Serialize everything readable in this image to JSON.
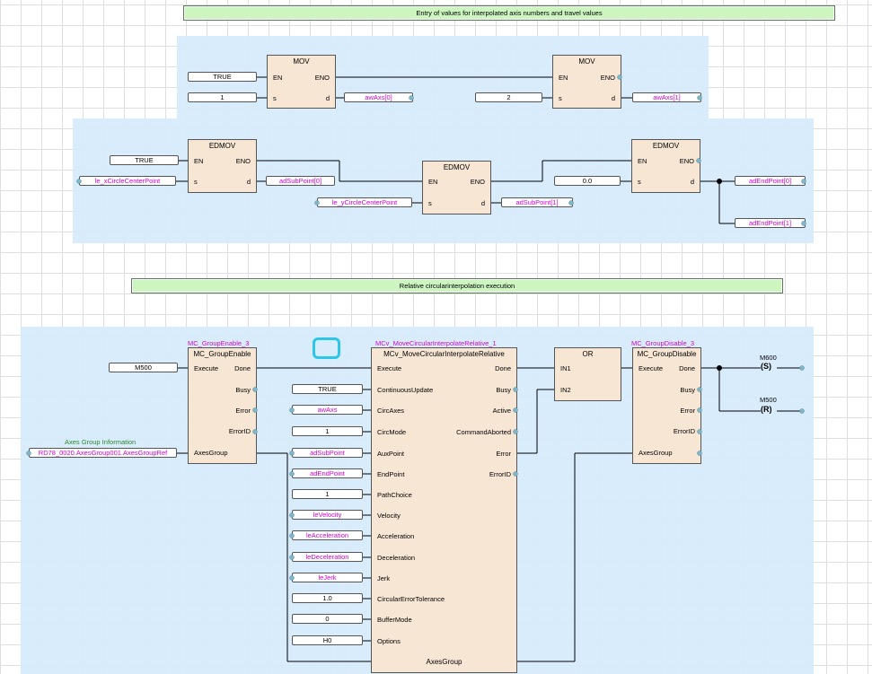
{
  "banners": {
    "entry": "Entry of values for interpolated axis numbers and travel values",
    "relative": "Relative circularinterpolation execution"
  },
  "mov1": {
    "title": "MOV",
    "en": "EN",
    "eno": "ENO",
    "s": "s",
    "d": "d",
    "in_en": "TRUE",
    "in_s": "1",
    "out_d": "awAxs[0]"
  },
  "mov2": {
    "title": "MOV",
    "en": "EN",
    "eno": "ENO",
    "s": "s",
    "d": "d",
    "in_s": "2",
    "out_d": "awAxs[1]"
  },
  "edmov1": {
    "title": "EDMOV",
    "en": "EN",
    "eno": "ENO",
    "s": "s",
    "d": "d",
    "in_en": "TRUE",
    "in_s": "le_xCircleCenterPoint",
    "out_d": "adSubPoint[0]"
  },
  "edmov2": {
    "title": "EDMOV",
    "en": "EN",
    "eno": "ENO",
    "s": "s",
    "d": "d",
    "in_s": "le_yCircleCenterPoint",
    "out_d": "adSubPoint[1]"
  },
  "edmov3": {
    "title": "EDMOV",
    "en": "EN",
    "eno": "ENO",
    "s": "s",
    "d": "d",
    "in_s": "0.0",
    "out_d1": "adEndPoint[0]",
    "out_d2": "adEndPoint[1]"
  },
  "group_enable": {
    "instance": "MC_GroupEnable_3",
    "title": "MC_GroupEnable",
    "execute": "Execute",
    "done": "Done",
    "busy": "Busy",
    "error": "Error",
    "error_id": "ErrorID",
    "axes_group": "AxesGroup",
    "in_execute": "M500",
    "axes_group_label": "Axes Group Information",
    "in_axes_group": "RD78_0020.AxesGroup001.AxesGroupRef"
  },
  "move_circ": {
    "instance": "MCv_MoveCircularInterpolateRelative_1",
    "title": "MCv_MoveCircularInterpolateRelative",
    "inputs": [
      {
        "pin": "Execute",
        "value": ""
      },
      {
        "pin": "ContinuousUpdate",
        "value": "TRUE"
      },
      {
        "pin": "CircAxes",
        "value": "awAxs"
      },
      {
        "pin": "CircMode",
        "value": "1"
      },
      {
        "pin": "AuxPoint",
        "value": "adSubPoint"
      },
      {
        "pin": "EndPoint",
        "value": "adEndPoint"
      },
      {
        "pin": "PathChoice",
        "value": "1"
      },
      {
        "pin": "Velocity",
        "value": "leVelocity"
      },
      {
        "pin": "Acceleration",
        "value": "leAcceleration"
      },
      {
        "pin": "Deceleration",
        "value": "leDeceleration"
      },
      {
        "pin": "Jerk",
        "value": "leJerk"
      },
      {
        "pin": "CircularErrorTolerance",
        "value": "1.0"
      },
      {
        "pin": "BufferMode",
        "value": "0"
      },
      {
        "pin": "Options",
        "value": "H0"
      },
      {
        "pin": "AxesGroup",
        "value": ""
      }
    ],
    "outputs": [
      "Done",
      "Busy",
      "Active",
      "CommandAborted",
      "Error",
      "ErrorID"
    ]
  },
  "or_block": {
    "title": "OR",
    "in1": "IN1",
    "in2": "IN2"
  },
  "group_disable": {
    "instance": "MC_GroupDisable_3",
    "title": "MC_GroupDisable",
    "execute": "Execute",
    "done": "Done",
    "busy": "Busy",
    "error": "Error",
    "error_id": "ErrorID",
    "axes_group": "AxesGroup"
  },
  "coils": [
    {
      "device": "M600",
      "symbol": "S"
    },
    {
      "device": "M500",
      "symbol": "R"
    }
  ],
  "colors": {
    "variable": "#d400d4",
    "region": "#d6ebfc",
    "block": "#f7e6d4",
    "banner": "#ccf5c0",
    "cursor": "#2cc6e8"
  }
}
